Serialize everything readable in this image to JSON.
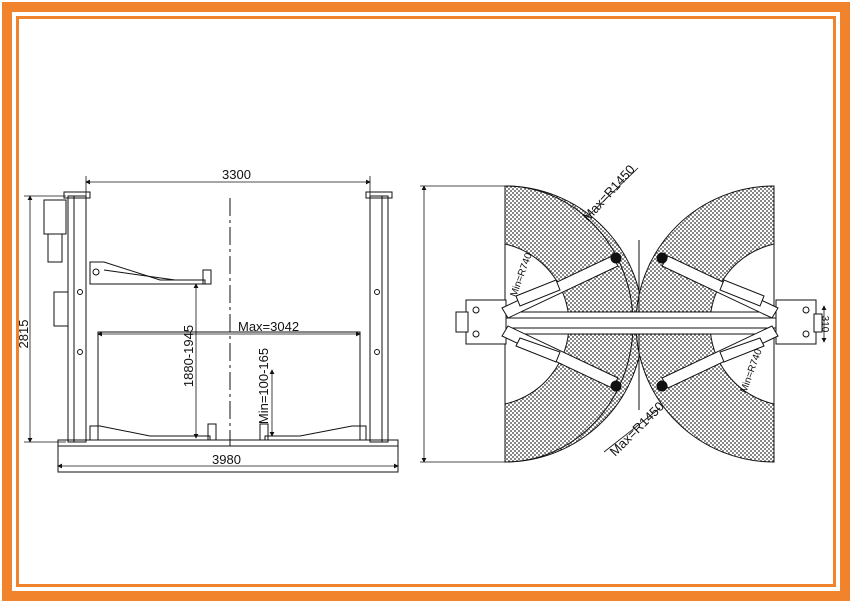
{
  "frame": {
    "border_color": "#f0832b"
  },
  "front_view": {
    "overall_width": "3300",
    "height": "2815",
    "base_width": "3980",
    "lift_range": "1880-1945",
    "max_width": "Max=3042",
    "min_height": "Min=100-165"
  },
  "top_view": {
    "max_radius_top": "Max=R1450",
    "max_radius_bottom": "Max=R1450",
    "min_radius_left": "Min=R740",
    "min_radius_right": "Min=R740",
    "post_width": "310"
  }
}
